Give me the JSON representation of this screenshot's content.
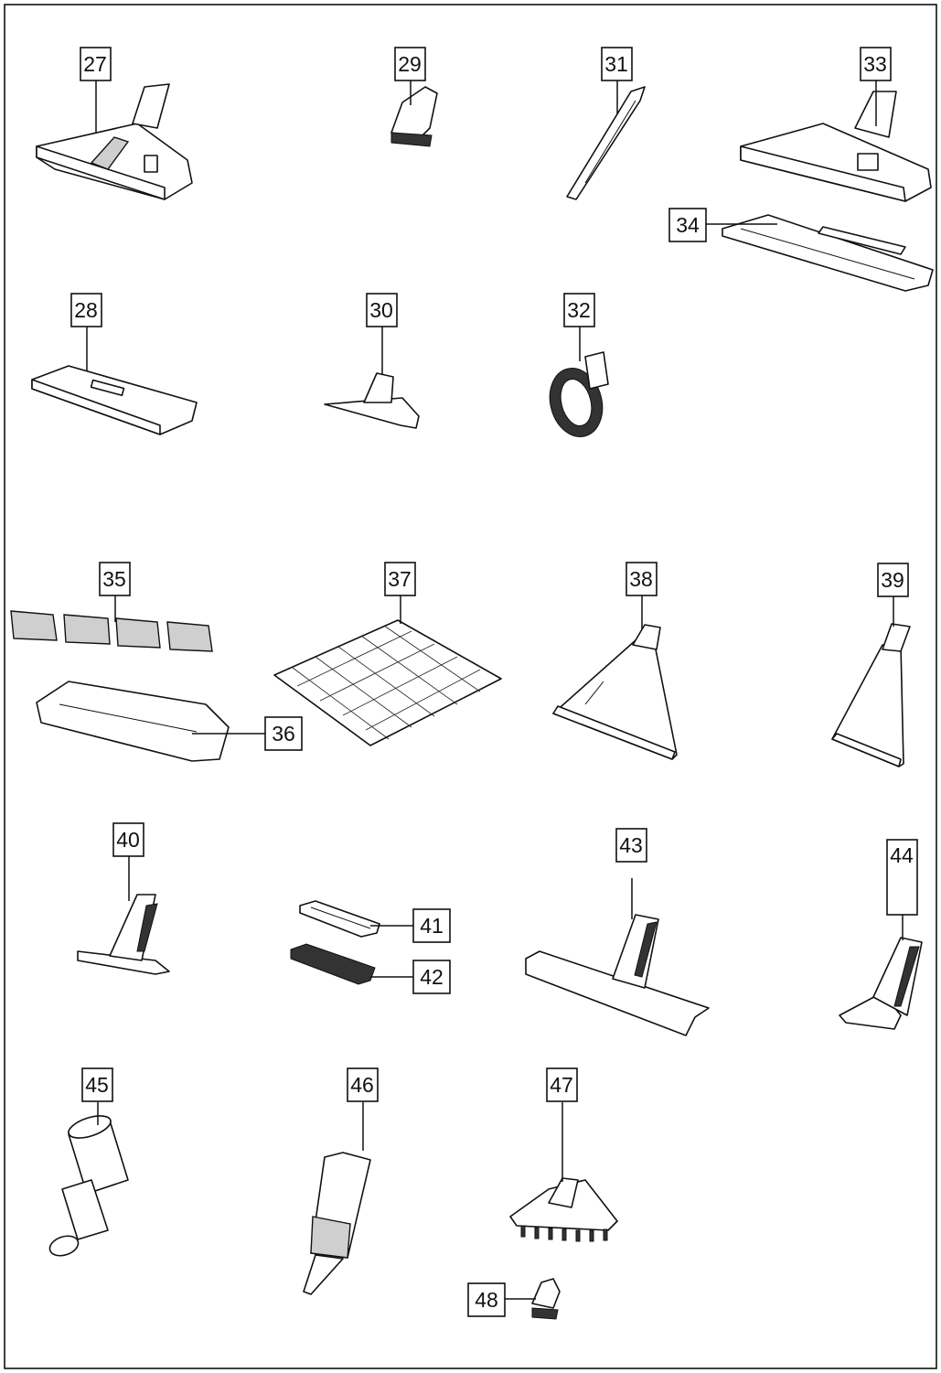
{
  "colors": {
    "line": "#111111",
    "shade": "#cfcfcf",
    "background": "#ffffff"
  },
  "labels": {
    "n27": "27",
    "n28": "28",
    "n29": "29",
    "n30": "30",
    "n31": "31",
    "n32": "32",
    "n33": "33",
    "n34": "34",
    "n35": "35",
    "n36": "36",
    "n37": "37",
    "n38": "38",
    "n39": "39",
    "n40": "40",
    "n41": "41",
    "n42": "42",
    "n43": "43",
    "n44": "44",
    "n45": "45",
    "n46": "46",
    "n47": "47",
    "n48": "48"
  }
}
